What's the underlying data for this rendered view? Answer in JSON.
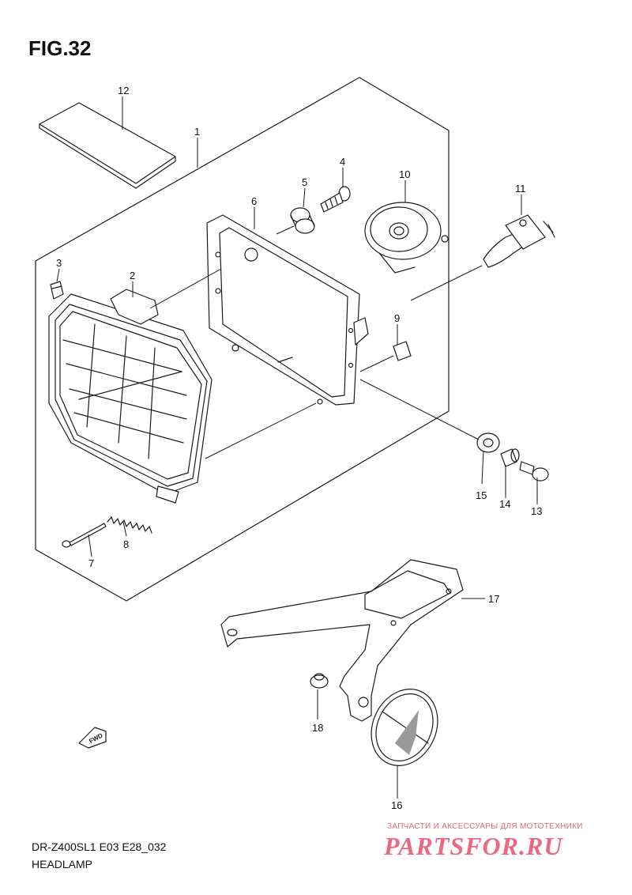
{
  "figure": {
    "title": "FIG.32"
  },
  "callouts": [
    "1",
    "2",
    "3",
    "4",
    "5",
    "6",
    "7",
    "8",
    "9",
    "10",
    "11",
    "12",
    "13",
    "14",
    "15",
    "16",
    "17",
    "18"
  ],
  "fwd_label": "FWD",
  "footer": {
    "model_code": "DR-Z400SL1 E03 E28_032",
    "section_name": "HEADLAMP"
  },
  "watermark": {
    "caption": "ЗАПЧАСТИ И АКСЕССУАРЫ ДЛЯ МОТОТЕХНИКИ",
    "logo": "PARTSFOR.RU"
  }
}
